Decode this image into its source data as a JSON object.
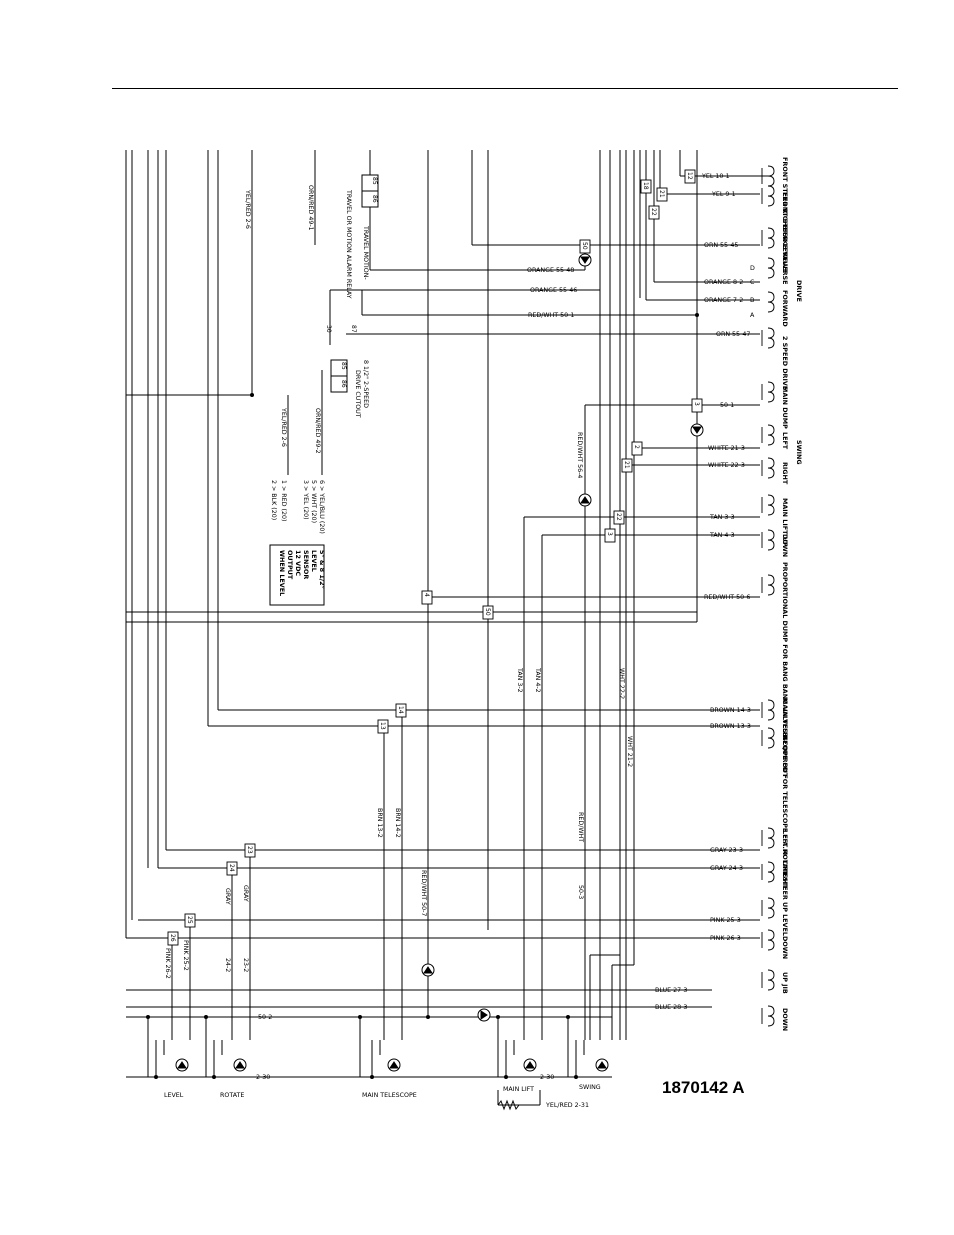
{
  "wire_labels": [
    {
      "id": "yel-10-1",
      "text": "YEL  10-1"
    },
    {
      "id": "yel-9-1",
      "text": "YEL  9-1"
    },
    {
      "id": "orn-55-45",
      "text": "ORN  55-45"
    },
    {
      "id": "orange-55-48",
      "text": "ORANGE  55-48"
    },
    {
      "id": "orange-8-2",
      "text": "ORANGE  8-2"
    },
    {
      "id": "orange-55-46",
      "text": "ORANGE  55-46"
    },
    {
      "id": "orange-7-2",
      "text": "ORANGE  7-2"
    },
    {
      "id": "red-wht-50-1",
      "text": "RED/WHT  50-1"
    },
    {
      "id": "orn-55-47",
      "text": "ORN  55-47"
    },
    {
      "id": "w-50-1",
      "text": "50-1"
    },
    {
      "id": "white-21-3",
      "text": "WHITE  21-3"
    },
    {
      "id": "white-22-3",
      "text": "WHITE  22-3"
    },
    {
      "id": "tan-3-3",
      "text": "TAN  3-3"
    },
    {
      "id": "tan-4-3",
      "text": "TAN  4-3"
    },
    {
      "id": "red-wht-50-6",
      "text": "RED/WHT  50-6"
    },
    {
      "id": "brown-14-3",
      "text": "BROWN  14-3"
    },
    {
      "id": "brown-13-3",
      "text": "BROWN  13-3"
    },
    {
      "id": "gray-23-3",
      "text": "GRAY  23-3"
    },
    {
      "id": "gray-24-3",
      "text": "GRAY  24-3"
    },
    {
      "id": "pink-25-3",
      "text": "PINK  25-3"
    },
    {
      "id": "pink-26-3",
      "text": "PINK  26-3"
    },
    {
      "id": "blue-27-3",
      "text": "BLUE  27-3"
    },
    {
      "id": "blue-28-3",
      "text": "BLUE  28-3"
    },
    {
      "id": "w-50-2",
      "text": "50-2"
    },
    {
      "id": "w-2-30a",
      "text": "2-30"
    },
    {
      "id": "w-2-30b",
      "text": "2-30"
    },
    {
      "id": "yel-red-2-31",
      "text": "YEL/RED  2-31"
    }
  ],
  "vertical_labels": [
    {
      "id": "yel-red-2-6a",
      "text": "YEL/RED  2-6"
    },
    {
      "id": "orn-red-49-1",
      "text": "ORN/RED  49-1"
    },
    {
      "id": "travel-motion",
      "text": "TRAVEL MOTION-"
    },
    {
      "id": "travel-alarm",
      "text": "TRAVEL OR MOTION ALARM RELAY"
    },
    {
      "id": "speed-cutout-1",
      "text": "8 1/2\" 2-SPEED"
    },
    {
      "id": "speed-cutout-2",
      "text": "DRIVE CUTOUT"
    },
    {
      "id": "yel-red-2-6b",
      "text": "YEL/RED  2-6"
    },
    {
      "id": "orn-red-49-2",
      "text": "ORN/RED  49-2"
    },
    {
      "id": "pin-1",
      "text": "1 > RED (20)"
    },
    {
      "id": "pin-2",
      "text": "2 > BLK (20)"
    },
    {
      "id": "pin-6",
      "text": "6 > YEL/BLU (20)"
    },
    {
      "id": "pin-5",
      "text": "5 > WHT (20)"
    },
    {
      "id": "pin-3",
      "text": "3 > YEL (20)"
    },
    {
      "id": "sensor-1",
      "text": "5° & 8 1/2°"
    },
    {
      "id": "sensor-2",
      "text": "LEVEL"
    },
    {
      "id": "sensor-3",
      "text": "SENSOR"
    },
    {
      "id": "sensor-4",
      "text": "12 VDC"
    },
    {
      "id": "sensor-5",
      "text": "OUTPUT"
    },
    {
      "id": "sensor-6",
      "text": "WHEN LEVEL"
    },
    {
      "id": "red-wht-56-4",
      "text": "RED/WHT  56-4"
    },
    {
      "id": "tan-3-2",
      "text": "TAN  3-2"
    },
    {
      "id": "tan-4-2",
      "text": "TAN  4-2"
    },
    {
      "id": "wht-22-2",
      "text": "WHT  22-2"
    },
    {
      "id": "wht-21-2",
      "text": "WHT  21-2"
    },
    {
      "id": "brn-13-2",
      "text": "BRN  13-2"
    },
    {
      "id": "brn-14-2",
      "text": "BRN  14-2"
    },
    {
      "id": "red-wht-v",
      "text": "RED/WHT"
    },
    {
      "id": "red-wht-50-7",
      "text": "RED/WHT  50-7"
    },
    {
      "id": "w-50-3",
      "text": "50-3"
    },
    {
      "id": "gray-a",
      "text": "GRAY"
    },
    {
      "id": "gray-b",
      "text": "GRAY"
    },
    {
      "id": "w-24-2",
      "text": "24-2"
    },
    {
      "id": "w-23-2",
      "text": "23-2"
    },
    {
      "id": "pink-26-2",
      "text": "PINK  26-2"
    },
    {
      "id": "pink-25-2",
      "text": "PINK  25-2"
    }
  ],
  "component_labels": [
    {
      "id": "front-steer-right",
      "text": "FRONT STEER RIGHT"
    },
    {
      "id": "front-steer-left",
      "text": "FRONT STEER LEFT"
    },
    {
      "id": "brake-valve",
      "text": "BRAKE VALVE"
    },
    {
      "id": "reverse",
      "text": "REVERSE"
    },
    {
      "id": "drive",
      "text": "DRIVE"
    },
    {
      "id": "forward",
      "text": "FORWARD"
    },
    {
      "id": "speed-drive",
      "text": "2 SPEED DRIVE"
    },
    {
      "id": "main-dump",
      "text": "MAIN DUMP"
    },
    {
      "id": "left",
      "text": "LEFT"
    },
    {
      "id": "swing",
      "text": "SWING"
    },
    {
      "id": "right",
      "text": "RIGHT"
    },
    {
      "id": "main-lift-up",
      "text": "MAIN LIFT UP"
    },
    {
      "id": "down-1",
      "text": "DOWN"
    },
    {
      "id": "proportional",
      "text": "PROPORTIONAL DUMP FOR BANG BANG VALVES REQUIRED FOR TELESCOPE E.A.M. LIFT STEER"
    },
    {
      "id": "main-telescope-out",
      "text": "MAIN TELESCOPE OUT"
    },
    {
      "id": "in",
      "text": "IN"
    },
    {
      "id": "rotate-left",
      "text": "LEFT ROTATE"
    },
    {
      "id": "rotate-right",
      "text": "RIGHT"
    },
    {
      "id": "level-up",
      "text": "UP LEVEL"
    },
    {
      "id": "down-2",
      "text": "DOWN"
    },
    {
      "id": "jib-up",
      "text": "UP JIB"
    },
    {
      "id": "down-3",
      "text": "DOWN"
    }
  ],
  "connector_letters": [
    "D",
    "C",
    "B",
    "A"
  ],
  "relay_pins": [
    "85",
    "86",
    "85",
    "86",
    "30",
    "87"
  ],
  "splice_numbers": [
    "12",
    "18",
    "21",
    "22",
    "50",
    "3",
    "2",
    "21",
    "22",
    "3",
    "4",
    "50",
    "14",
    "13",
    "23",
    "24",
    "25",
    "26"
  ],
  "bottom_labels": [
    {
      "id": "level",
      "text": "LEVEL"
    },
    {
      "id": "rotate",
      "text": "ROTATE"
    },
    {
      "id": "main-telescope",
      "text": "MAIN TELESCOPE"
    },
    {
      "id": "main-lift",
      "text": "MAIN LIFT"
    },
    {
      "id": "swing-bottom",
      "text": "SWING"
    }
  ],
  "drawing_number": "1870142 A"
}
